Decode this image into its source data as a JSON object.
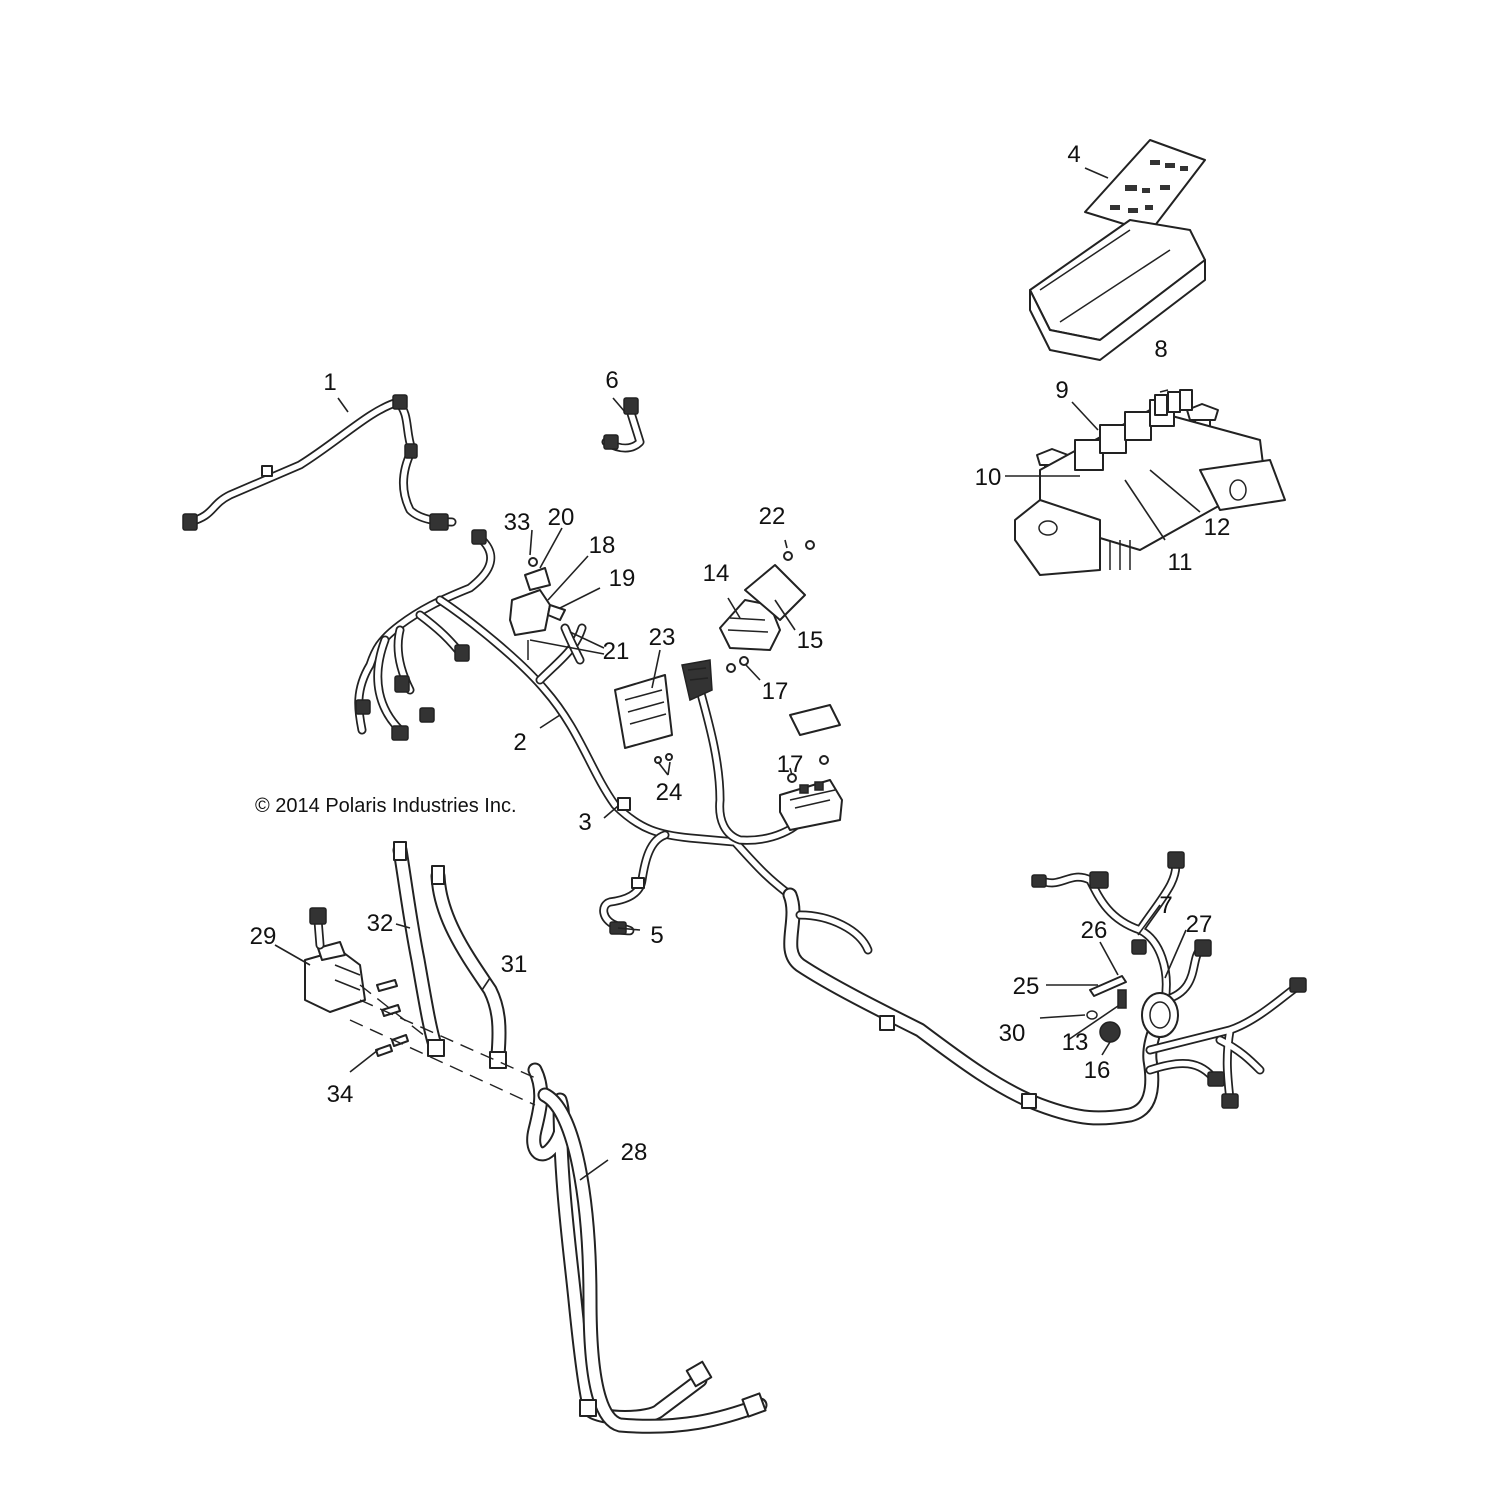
{
  "copyright": "© 2014 Polaris Industries Inc.",
  "callouts": {
    "c1": "1",
    "c2": "2",
    "c3": "3",
    "c4": "4",
    "c5": "5",
    "c6": "6",
    "c7": "7",
    "c8": "8",
    "c9": "9",
    "c10": "10",
    "c11": "11",
    "c12": "12",
    "c13": "13",
    "c14": "14",
    "c15": "15",
    "c16": "16",
    "c17a": "17",
    "c17b": "17",
    "c18": "18",
    "c19": "19",
    "c20": "20",
    "c21": "21",
    "c22": "22",
    "c23": "23",
    "c24": "24",
    "c25": "25",
    "c26": "26",
    "c27": "27",
    "c28": "28",
    "c29": "29",
    "c30": "30",
    "c31": "31",
    "c32": "32",
    "c33": "33",
    "c34": "34"
  }
}
